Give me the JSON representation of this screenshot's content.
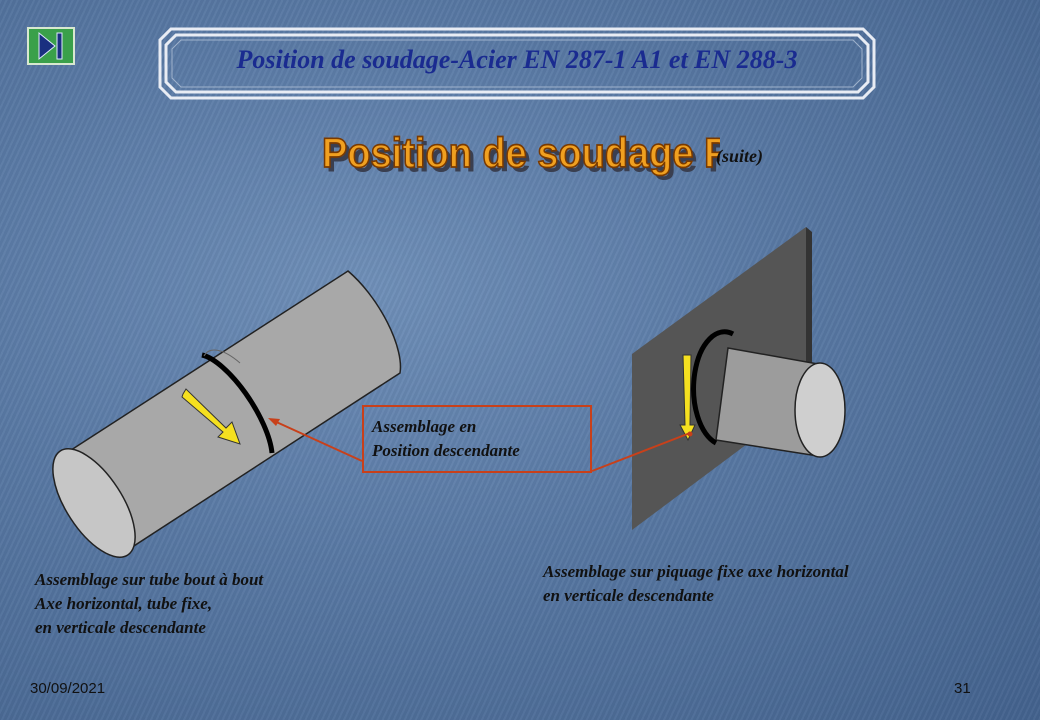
{
  "slide": {
    "title": "Position de soudage-Acier EN 287-1 A1 et EN 288-3",
    "subtitle": "Position de soudage  PG",
    "suite": "(suite)"
  },
  "callout": {
    "line1": "Assemblage en",
    "line2": "Position descendante"
  },
  "captions": {
    "left": {
      "line1": "Assemblage sur tube bout à bout",
      "line2": "Axe horizontal, tube fixe,",
      "line3": "en verticale descendante"
    },
    "right": {
      "line1": "Assemblage sur piquage fixe axe horizontal",
      "line2": "en verticale  descendante"
    }
  },
  "footer": {
    "date": "30/09/2021",
    "page": "31"
  },
  "nav": {
    "icon": "skip-forward-icon"
  },
  "colors": {
    "title": "#1a2b90",
    "subtitle_fill": "#f0a020",
    "nav_button": "#3aa04a",
    "connector": "#c8401a",
    "arrow": "#f5e020"
  }
}
